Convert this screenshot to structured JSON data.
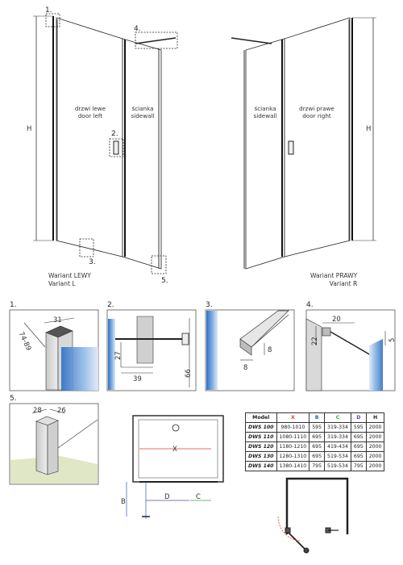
{
  "top_view": {
    "callouts": [
      "1.",
      "2.",
      "3.",
      "4.",
      "5."
    ],
    "height_label": "H",
    "left": {
      "door_label": [
        "drzwi lewe",
        "door left"
      ],
      "sidewall_label": [
        "ścianka",
        "sidewall"
      ],
      "variant_label": [
        "Wariant LEWY",
        "Variant L"
      ]
    },
    "right": {
      "door_label": [
        "drzwi prawe",
        "door right"
      ],
      "sidewall_label": [
        "ścianka",
        "sidewall"
      ],
      "variant_label": [
        "Wariant PRAWY",
        "Variant R"
      ]
    }
  },
  "details": {
    "d1": {
      "title": "1.",
      "dims": [
        "31",
        "74-89"
      ]
    },
    "d2": {
      "title": "2.",
      "dims": [
        "27",
        "39",
        "66"
      ]
    },
    "d3": {
      "title": "3.",
      "dims": [
        "8",
        "8"
      ]
    },
    "d4": {
      "title": "4.",
      "dims": [
        "20",
        "22",
        "5"
      ]
    },
    "d5": {
      "title": "5.",
      "dims": [
        "28",
        "26"
      ]
    }
  },
  "plan": {
    "x_label": "X",
    "b_label": "B",
    "d_label": "D",
    "c_label": "C"
  },
  "spec_table": {
    "headers": [
      "Model",
      "X",
      "B",
      "C",
      "D",
      "H"
    ],
    "header_colors": [
      "#222222",
      "#e23b2e",
      "#2f5fb3",
      "#3ca34a",
      "#6b3fa0",
      "#222222"
    ],
    "rows": [
      [
        "DWS 100",
        "980-1010",
        "595",
        "319-334",
        "595",
        "2000"
      ],
      [
        "DWS 110",
        "1080-1110",
        "695",
        "319-334",
        "695",
        "2000"
      ],
      [
        "DWS 120",
        "1180-1210",
        "695",
        "419-434",
        "695",
        "2000"
      ],
      [
        "DWS 130",
        "1280-1310",
        "695",
        "519-534",
        "695",
        "2000"
      ],
      [
        "DWS 140",
        "1380-1410",
        "795",
        "519-534",
        "795",
        "2000"
      ]
    ]
  }
}
